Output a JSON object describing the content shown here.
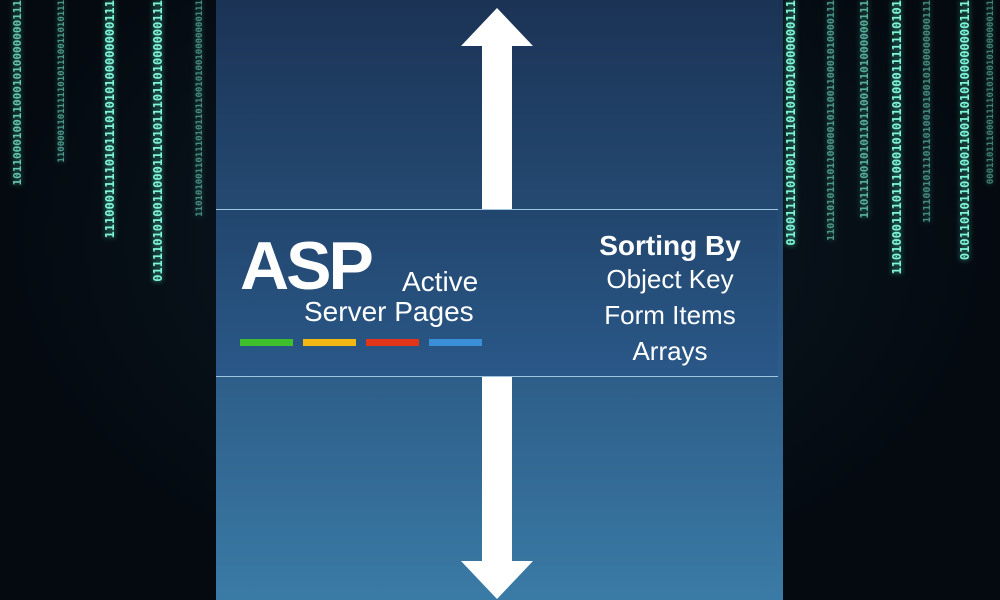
{
  "logo": {
    "abbr": "ASP",
    "line1": "Active",
    "line2": "Server Pages",
    "colors": {
      "green": "#3fbf2c",
      "yellow": "#f2b713",
      "red": "#e23418",
      "blue": "#3b8fd8"
    }
  },
  "topic": {
    "heading": "Sorting By",
    "items": [
      "Object Key",
      "Form Items",
      "Arrays"
    ]
  },
  "binary_columns": [
    "1011000100110001010000000111",
    "110000110111110101110011010111",
    "111000111101011101010100000000111",
    "011110101001100011101011101101000000111",
    "1101010011011101011011001010010000000111",
    "0100111101001111101010010000000111",
    "1101101011101100000101100110001010000111",
    "110111001010110110011101000000111",
    "11010001110111000101011010001111110101",
    "1111001011101101001010010100000000111",
    "010110101101100110011010100000000111",
    "0001101110001111010100101000000111"
  ]
}
